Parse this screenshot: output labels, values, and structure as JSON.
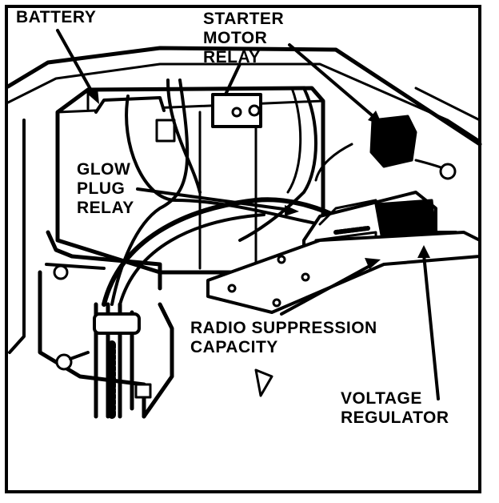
{
  "labels": {
    "battery": "BATTERY",
    "starter_motor_relay": "STARTER\nMOTOR\nRELAY",
    "glow_plug_relay": "GLOW\nPLUG\nRELAY",
    "radio_suppression_capacity": "RADIO SUPPRESSION\nCAPACITY",
    "voltage_regulator": "VOLTAGE\nREGULATOR"
  },
  "colors": {
    "ink": "#000000",
    "paper": "#ffffff"
  }
}
